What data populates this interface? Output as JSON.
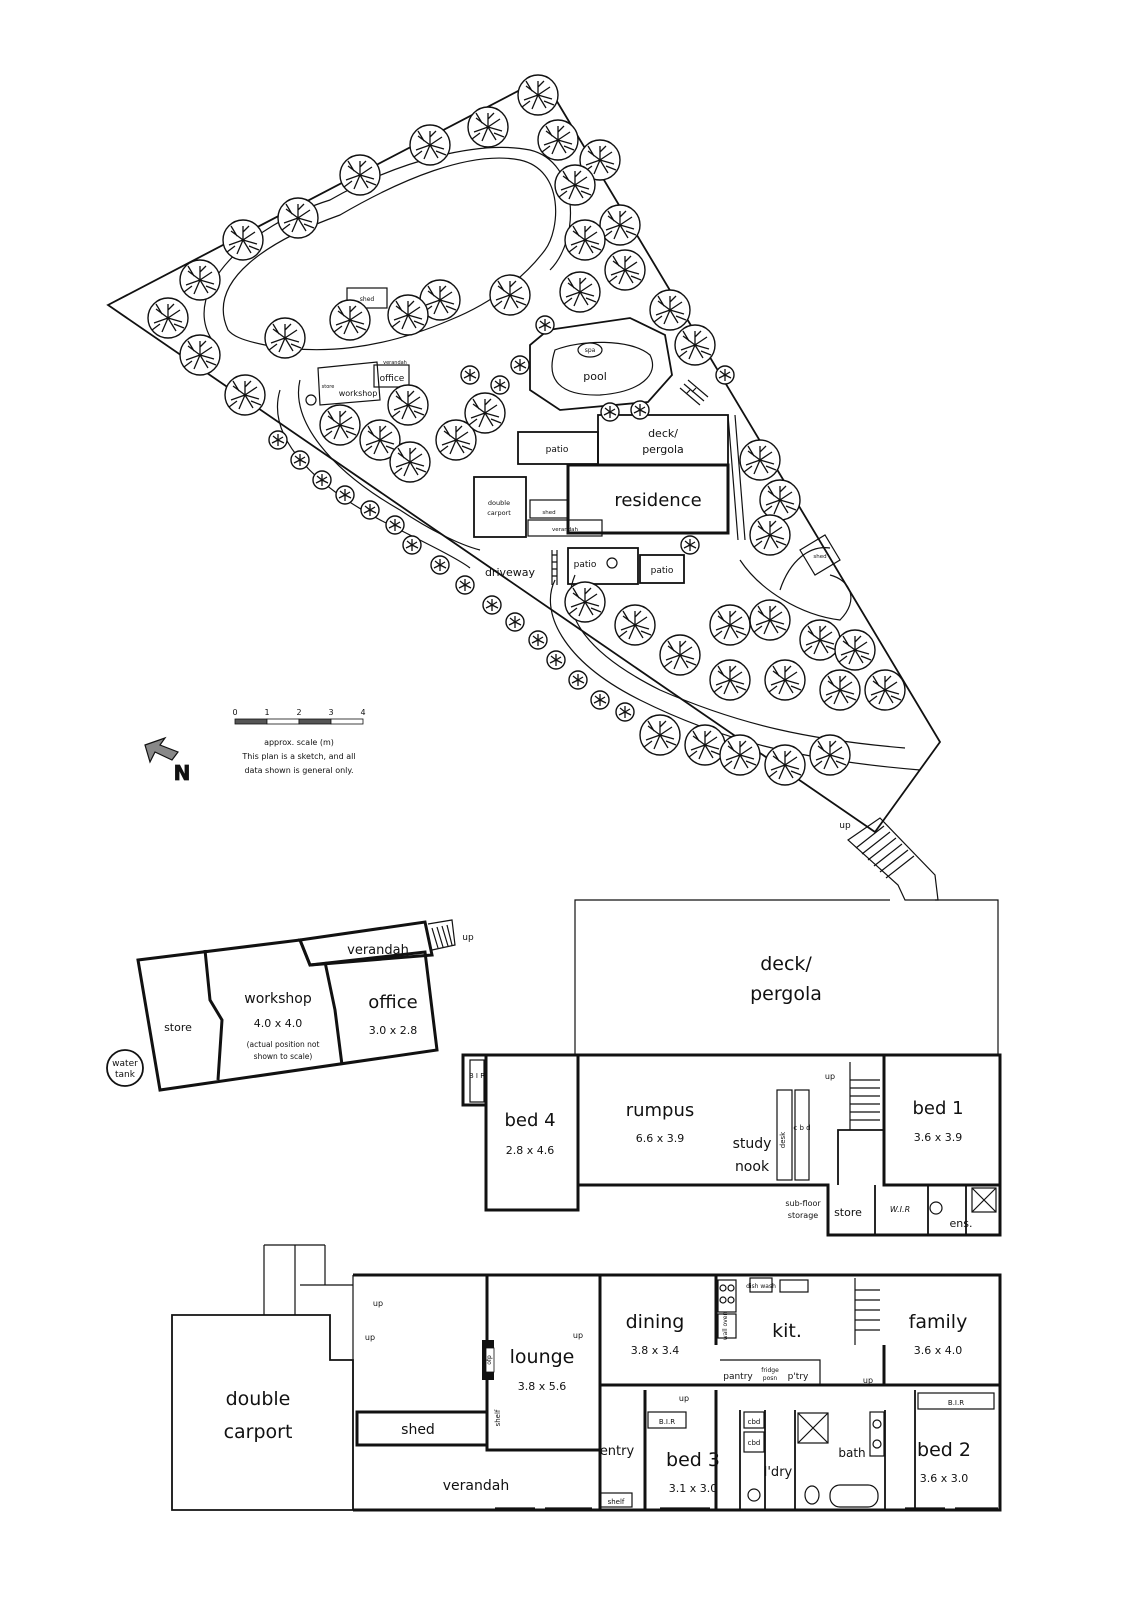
{
  "site": {
    "shed_top": "shed",
    "office": "office",
    "workshop": "workshop",
    "verandah": "verandah",
    "store": "store",
    "spa": "spa",
    "pool": "pool",
    "patio_top": "patio",
    "deck_pergola_l1": "deck/",
    "deck_pergola_l2": "pergola",
    "double_carport_l1": "double",
    "double_carport_l2": "carport",
    "shed_small": "shed",
    "verandah_small": "verandah",
    "residence": "residence",
    "driveway": "driveway",
    "patio_left": "patio",
    "patio_right": "patio",
    "shed_right": "shed"
  },
  "scale": {
    "ticks": [
      "0",
      "1",
      "2",
      "3",
      "4"
    ],
    "caption": "approx. scale (m)",
    "note_l1": "This plan is a sketch, and all",
    "note_l2": "data shown is general only."
  },
  "compass": {
    "letter": "N"
  },
  "outbuilding": {
    "verandah": "verandah",
    "up": "up",
    "workshop": "workshop",
    "workshop_dim": "4.0 x 4.0",
    "workshop_note_l1": "(actual position not",
    "workshop_note_l2": "shown to scale)",
    "office": "office",
    "office_dim": "3.0 x 2.8",
    "store": "store",
    "water_tank_l1": "water",
    "water_tank_l2": "tank"
  },
  "upper": {
    "up_stairs": "up",
    "deck_l1": "deck/",
    "deck_l2": "pergola",
    "bir": "B I R",
    "bed4": "bed 4",
    "bed4_dim": "2.8 x 4.6",
    "rumpus": "rumpus",
    "rumpus_dim": "6.6 x 3.9",
    "study_l1": "study",
    "study_l2": "nook",
    "desk": "desk",
    "cbd": "c b d",
    "up": "up",
    "bed1": "bed 1",
    "bed1_dim": "3.6 x 3.9",
    "subfloor_l1": "sub-floor",
    "subfloor_l2": "storage",
    "store": "store",
    "wir": "W.I.R",
    "ens": "ens."
  },
  "lower": {
    "double_carport_l1": "double",
    "double_carport_l2": "carport",
    "up_a": "up",
    "up_b": "up",
    "shed": "shed",
    "verandah": "verandah",
    "ofp": "ofp",
    "shelf_lounge": "shelf",
    "lounge": "lounge",
    "lounge_dim": "3.8 x 5.6",
    "up_lounge": "up",
    "dining": "dining",
    "dining_dim": "3.8 x 3.4",
    "up_entry": "up",
    "entry": "entry",
    "shelf_entry": "shelf",
    "dishwash": "dish wash",
    "wall_oven": "wall oven",
    "kit": "kit.",
    "pantry": "pantry",
    "fridge_l1": "fridge",
    "fridge_l2": "posn",
    "ptry": "p'try",
    "family": "family",
    "family_dim": "3.6 x 4.0",
    "up_family": "up",
    "bir3": "B.I.R",
    "bed3": "bed 3",
    "bed3_dim": "3.1 x 3.0",
    "cbd1": "cbd",
    "cbd2": "cbd",
    "ldry": "l'dry",
    "bath": "bath",
    "bir2": "B.I.R",
    "bed2": "bed 2",
    "bed2_dim": "3.6 x 3.0"
  }
}
